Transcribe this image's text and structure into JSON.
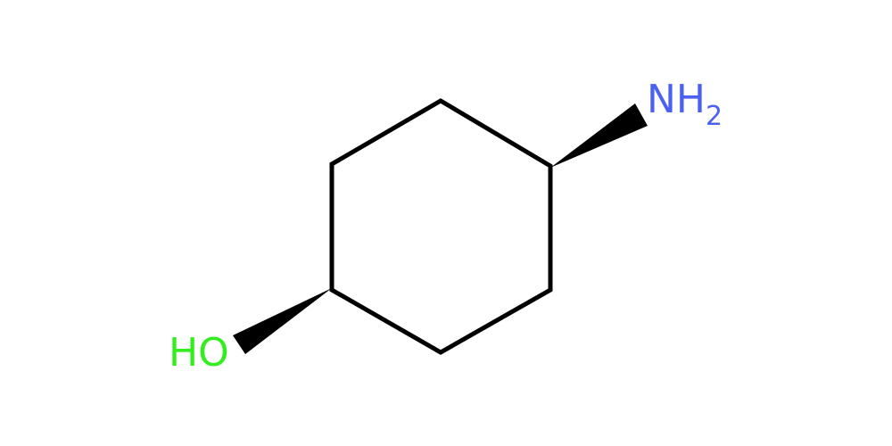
{
  "molecule": {
    "atoms": {
      "amine": {
        "label": "NH",
        "subscript": "2",
        "color": "#4b61f2"
      },
      "hydroxyl": {
        "label": "HO",
        "color": "#33ee1f"
      }
    },
    "bond_color": "#000000",
    "stereo_bonds": [
      "wedge",
      "wedge"
    ]
  }
}
